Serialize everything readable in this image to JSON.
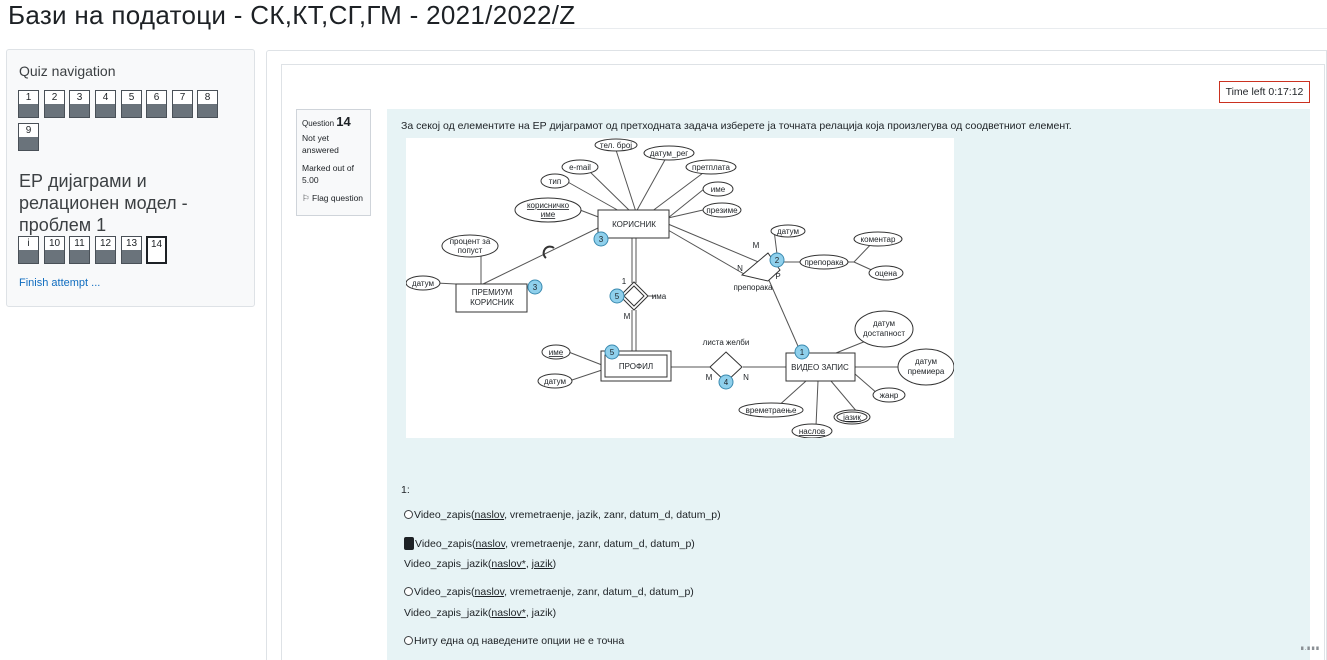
{
  "page_title": "Бази на податоци - СК,КТ,СГ,ГМ - 2021/2022/Z",
  "quiz_nav": {
    "heading": "Quiz navigation",
    "buttons_row1": [
      "1",
      "2",
      "3",
      "4",
      "5",
      "6",
      "7",
      "8"
    ],
    "buttons_row2": [
      "9"
    ],
    "section_title": "ЕР дијаграми и релационен модел - проблем 1",
    "buttons_row3": [
      "i",
      "10",
      "11",
      "12",
      "13",
      "14"
    ],
    "current": "14",
    "finish_link": "Finish attempt ..."
  },
  "timer": "Time left 0:17:12",
  "question_info": {
    "question_label": "Question",
    "number": "14",
    "status": "Not yet answered",
    "marked": "Marked out of 5.00",
    "flag": "Flag question"
  },
  "question_text": "За секој од елементите на ЕР дијаграмот од претходната задача изберете ја точната релација која произлегува од соодветниот елемент.",
  "diagram": {
    "entities": {
      "korisnik": "КОРИСНИК",
      "premium_1": "ПРЕМИУМ",
      "premium_2": "КОРИСНИК",
      "profil": "ПРОФИЛ",
      "video_zapis": "ВИДЕО ЗАПИС"
    },
    "relationships": {
      "ima": "има",
      "preporaka": "препорака",
      "lista_zelbi": "листа желби"
    },
    "attributes": {
      "tel_broj": "тел. број",
      "datum_reg": "датум_рег",
      "email": "e-mail",
      "pretplata": "претплата",
      "tip": "тип",
      "ime_k": "име",
      "korisnicko_1": "корисничко",
      "korisnicko_2": "име",
      "prezime": "презиме",
      "procent_1": "процент за",
      "procent_2": "попуст",
      "datum_pk": "датум",
      "datum_prep": "датум",
      "komentar": "коментар",
      "preporaka_attr": "препорака",
      "ocena": "оцена",
      "ime_p": "име",
      "datum_p": "датум",
      "datum_dost_1": "датум",
      "datum_dost_2": "достапност",
      "datum_prem_1": "датум",
      "datum_prem_2": "премиера",
      "zanr": "жанр",
      "jazik": "јазик",
      "vremetraenje": "времетраење",
      "naslov": "наслов"
    },
    "cardinalities": {
      "prep_m": "M",
      "prep_n": "N",
      "prep_p": "P",
      "ima_1": "1",
      "ima_m": "M",
      "lista_m": "M",
      "lista_n": "N"
    },
    "numbers": [
      "3",
      "3",
      "5",
      "5",
      "2",
      "1",
      "4"
    ]
  },
  "answer_label": "1:",
  "options": [
    {
      "lines": [
        [
          "Video_zapis(",
          false
        ],
        [
          "naslov",
          true
        ],
        [
          ", vremetraenje, jazik, zanr, datum_d, datum_p)",
          false
        ]
      ]
    },
    {
      "lines": [
        [
          "Video_zapis(",
          false
        ],
        [
          "naslov",
          true
        ],
        [
          ", vremetraenje, zanr, datum_d, datum_p)",
          false
        ]
      ],
      "second": [
        [
          "Video_zapis_jazik(",
          false
        ],
        [
          "naslov*",
          true
        ],
        [
          ", ",
          false
        ],
        [
          "jazik",
          true
        ],
        [
          ")",
          false
        ]
      ]
    },
    {
      "lines": [
        [
          "Video_zapis(",
          false
        ],
        [
          "naslov",
          true
        ],
        [
          ", vremetraenje, zanr, datum_d, datum_p)",
          false
        ]
      ],
      "second": [
        [
          "Video_zapis_jazik(",
          false
        ],
        [
          "naslov*",
          true
        ],
        [
          ", jazik)",
          false
        ]
      ]
    },
    {
      "lines": [
        [
          "Ниту една од наведените опции не е точна",
          false
        ]
      ]
    }
  ],
  "corner_mark": "∎.∎∎∎",
  "colors": {
    "accent": "#0f6cbf",
    "content_bg": "#e7f3f5",
    "timer_border": "#ca3120",
    "badge": "#8fd0ec"
  }
}
